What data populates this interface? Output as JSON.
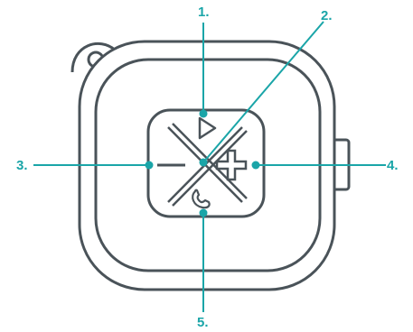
{
  "colors": {
    "outline": "#4a5359",
    "accent": "#1aa5a8",
    "background": "#ffffff"
  },
  "callouts": [
    {
      "number": "1.",
      "target": "play-button"
    },
    {
      "number": "2.",
      "target": "center-multifunction-button"
    },
    {
      "number": "3.",
      "target": "volume-down-button"
    },
    {
      "number": "4.",
      "target": "volume-up-button"
    },
    {
      "number": "5.",
      "target": "call-button"
    }
  ],
  "icons": [
    "play-icon",
    "minus-icon",
    "plus-icon",
    "phone-icon"
  ]
}
